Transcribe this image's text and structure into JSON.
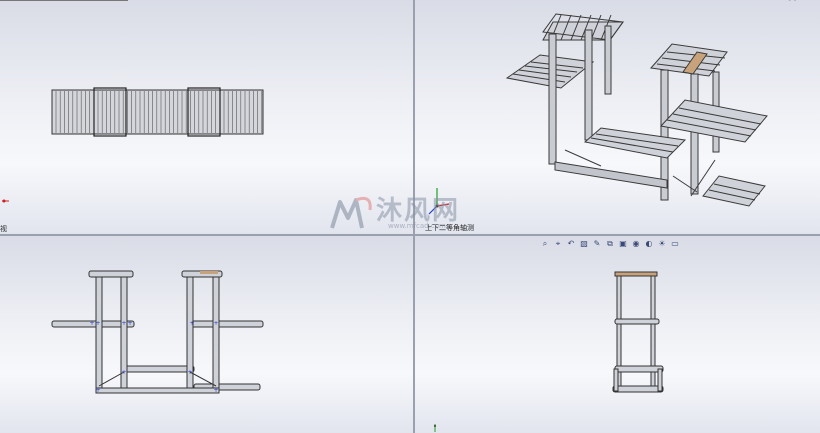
{
  "viewports": {
    "top_left": {
      "label": "视"
    },
    "top_right": {
      "label": "上下二等角轴测"
    },
    "bottom_left": {
      "label": ""
    },
    "bottom_right": {
      "label": ""
    }
  },
  "toolbar": {
    "buttons": [
      {
        "name": "zoom-to-fit-icon",
        "glyph": "⌕"
      },
      {
        "name": "zoom-to-area-icon",
        "glyph": "⌖"
      },
      {
        "name": "previous-view-icon",
        "glyph": "↶"
      },
      {
        "name": "section-view-icon",
        "glyph": "▧"
      },
      {
        "name": "dynamic-annotation-icon",
        "glyph": "✎"
      },
      {
        "name": "view-orientation-icon",
        "glyph": "⧉"
      },
      {
        "name": "display-style-icon",
        "glyph": "▣"
      },
      {
        "name": "hide-show-items-icon",
        "glyph": "◉"
      },
      {
        "name": "edit-appearance-icon",
        "glyph": "◐"
      },
      {
        "name": "apply-scene-icon",
        "glyph": "☀"
      },
      {
        "name": "view-settings-icon",
        "glyph": "▭"
      }
    ]
  },
  "watermark": {
    "text": "沐风网",
    "url": "www.mfcad.com"
  },
  "colors": {
    "line": "#3a3a3a",
    "fill": "#c9ccd3",
    "accent_wood": "#c8a27a",
    "triad_x": "#d02020",
    "triad_y": "#20a020",
    "triad_z": "#2040d0",
    "sketch_point": "#2233cc"
  }
}
